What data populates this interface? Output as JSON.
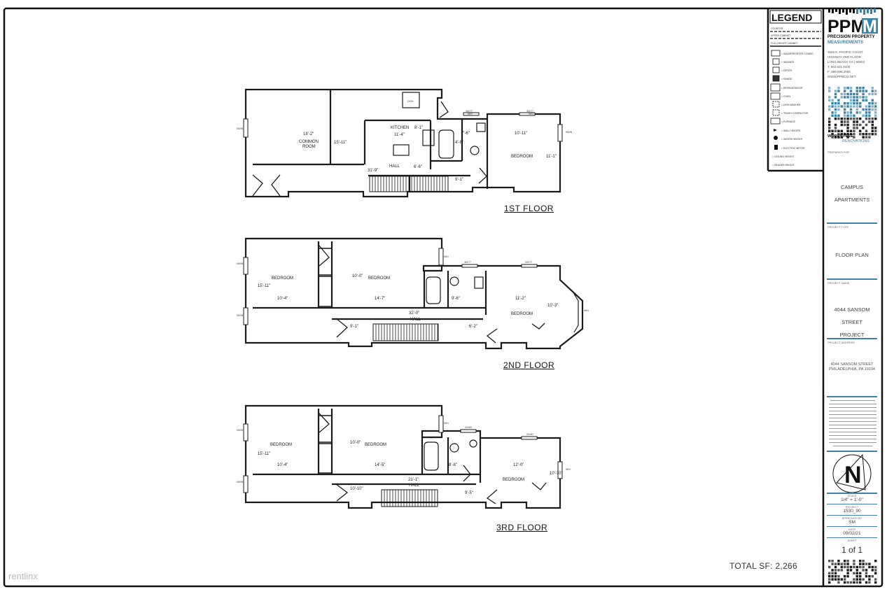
{
  "legend": {
    "title": "LEGEND",
    "items": [
      "COUNTER",
      "UPPER CABINET",
      "FULL HEIGHT CABINET",
      "= WASHER/DRYER COMBO",
      "= WASHER",
      "= DRYER",
      "= RANGE",
      "= REFRIGERATOR",
      "= OVEN",
      "= DISH WASHER",
      "= TRASH COMPACTOR",
      "= FURNACE",
      "= WALL HEATER",
      "= WATER HEATER",
      "= ELECTRIC METER",
      "= CEILING HEIGHT",
      "= HEADER HEIGHT"
    ]
  },
  "company": {
    "logo": "PPM",
    "name_line1": "PRECISION PROPERTY",
    "name_line2": "MEASUREMENTS",
    "address1": "3626 E. PACIFIC COAST",
    "address2": "HIGHWAY  2ND FLOOR",
    "address3": "LONG BEACH CA | 90804",
    "phone": "T: 562.621.9100",
    "fax": "F: 888.698.2566",
    "web": "WWW.PPMCO.NET",
    "tagline1": "WORRY FREE",
    "tagline2": "RENOVATIONS"
  },
  "title_block": {
    "prepared_for_head": "PREPARED FOR",
    "prepared_for": "CAMPUS APARTMENTS",
    "project_type_head": "PROJECT TYPE",
    "project_type": "FLOOR PLAN",
    "project_name_head": "PROJECT NAME",
    "project_name": "4044 SANSOM STREET PROJECT",
    "project_address_head": "PROJECT ADDRESS",
    "address_line1": "4044 SANSOM STREET",
    "address_line2": "PHILADELPHIA, PA 19104",
    "north": "N",
    "scale_head": "SCALE",
    "scale": "1/4\" = 1'-0\"",
    "project_no_head": "PROJECT",
    "project_no": "1530_90",
    "approved_head": "APPROVED BY",
    "approved": "SM",
    "date_head": "DATE",
    "date": "09/02/21",
    "sheet_head": "SHEET",
    "sheet": "1 of 1"
  },
  "floors": [
    {
      "label": "1ST FLOOR",
      "rooms": [
        "COMMON",
        "ROOM",
        "KITCHEN",
        "HALL",
        "BEDROOM"
      ],
      "dims": [
        "18'-2\"",
        "15'-11\"",
        "11'-4\"",
        "31'-9\"",
        "7'-6\"",
        "10'-11\"",
        "11'-1\"",
        "8'-1\"",
        "4'-8\"",
        "9'-1\"",
        "6'-6\""
      ],
      "tags": [
        "NWIN",
        "DISH",
        "36X77",
        "WIN",
        "36X77",
        "WIN",
        "NWIN"
      ]
    },
    {
      "label": "2ND FLOOR",
      "rooms": [
        "BEDROOM",
        "BEDROOM",
        "HALL",
        "BEDROOM"
      ],
      "dims": [
        "10'-4\"",
        "14'-7\"",
        "32'-0\"",
        "11'-2\"",
        "15'-11\"",
        "10'-0\"",
        "9'-6\"",
        "10'-3\"",
        "9'-1\"",
        "6'-2\""
      ],
      "tags": [
        "NWIN",
        "NWIN",
        "36X77",
        "30X77",
        "WIN",
        "WIN"
      ]
    },
    {
      "label": "3RD FLOOR",
      "rooms": [
        "BEDROOM",
        "BEDROOM",
        "HALL",
        "BEDROOM"
      ],
      "dims": [
        "10'-4\"",
        "14'-5\"",
        "21'-1\"",
        "12'-0\"",
        "15'-11\"",
        "10'-0\"",
        "8'-8\"",
        "10'-10\"",
        "10'-10\"",
        "9'-5\""
      ],
      "tags": [
        "NWIN",
        "NWIN",
        "32X80",
        "32X82",
        "WIN",
        "WIN"
      ]
    }
  ],
  "total": "TOTAL SF: 2,266",
  "watermark": "rentlinx",
  "colors": {
    "accent": "#3a83a8",
    "line": "#1a1a1a"
  }
}
